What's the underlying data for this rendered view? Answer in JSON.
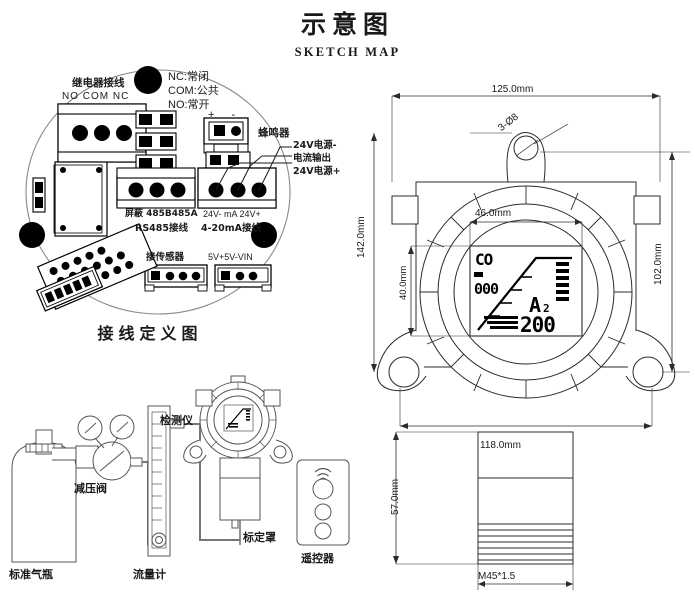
{
  "title": {
    "main": "示意图",
    "sub": "SKETCH MAP"
  },
  "wiring_board": {
    "caption": "接线定义图",
    "relay": {
      "heading": "继电器接线",
      "terminals": "NO COM NC"
    },
    "legend": {
      "nc": "NC:常闭",
      "com": "COM:公共",
      "no": "NO:常开"
    },
    "buzzer": {
      "polarity": "+ -",
      "label": "蜂鸣器"
    },
    "power_leads": {
      "v24_negative": "24V电源-",
      "current_output": "电流输出",
      "v24_positive": "24V电源+"
    },
    "rs485": {
      "terminals": "屏蔽 485B485A",
      "label": "RS485接线"
    },
    "current_loop": {
      "terminals": "24V- mA 24V+",
      "label": "4-20mA接线"
    },
    "sensor": {
      "label": "接传感器",
      "power_terminals": "5V+5V-VIN"
    }
  },
  "technical_drawing": {
    "dimensions": {
      "width_total": "125.0mm",
      "hole_spec": "3-Ø8",
      "display_width": "46.0mm",
      "height_total": "142.0mm",
      "body_height": "102.0mm",
      "display_height": "40.0mm",
      "flange_width": "118.0mm",
      "thread_height": "57.0mm",
      "thread_spec": "M45*1.5"
    },
    "lcd": {
      "gas_type": "CO",
      "value_small": "000",
      "alarm_level": "A",
      "alarm_index": "2",
      "reading": "200"
    }
  },
  "calibration_setup": {
    "detector": "检测仪",
    "pressure_reducer": "减压阀",
    "gas_cylinder": "标准气瓶",
    "flow_meter": "流量计",
    "calibration_hood": "标定罩",
    "remote_control": "遥控器"
  }
}
